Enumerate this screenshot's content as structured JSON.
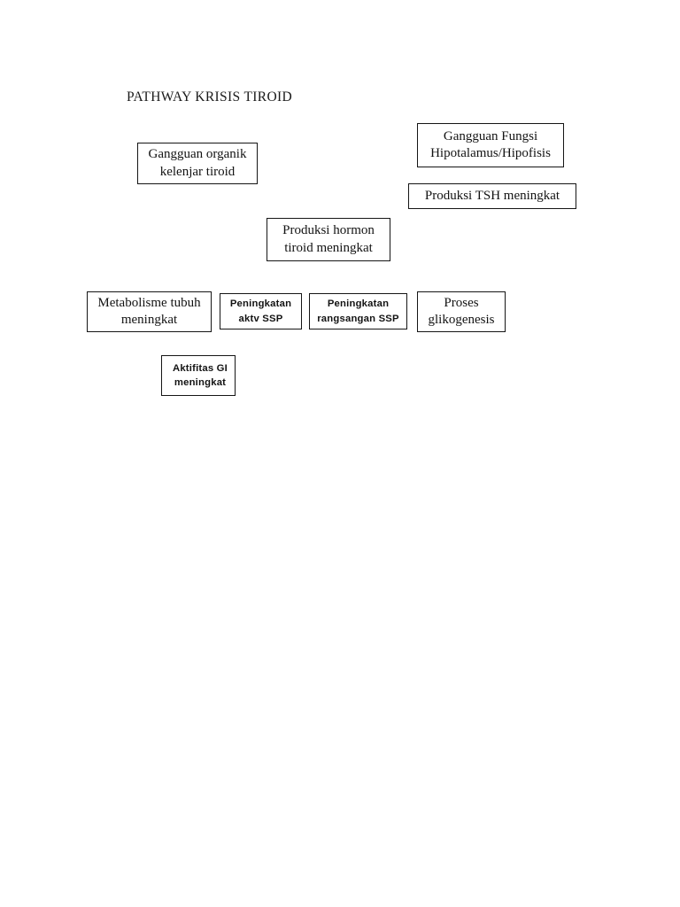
{
  "document": {
    "title": "PATHWAY KRISIS TIROID",
    "page_background": "#ffffff",
    "text_color": "#131313",
    "border_color": "#151515"
  },
  "diagram": {
    "type": "flowchart",
    "name": "pathway-krisis-tiroid",
    "nodes": [
      {
        "id": "gangguan-organik",
        "label": "Gangguan organik kelenjar tiroid",
        "lines": [
          "Gangguan organik",
          "kelenjar tiroid"
        ],
        "font_style": "serif"
      },
      {
        "id": "gangguan-fungsi",
        "label": "Gangguan Fungsi Hipotalamus/Hipofisis",
        "lines": [
          "Gangguan Fungsi",
          "Hipotalamus/Hipofisis"
        ],
        "font_style": "serif"
      },
      {
        "id": "produksi-tsh",
        "label": "Produksi TSH meningkat",
        "lines": [
          "Produksi TSH meningkat"
        ],
        "font_style": "serif"
      },
      {
        "id": "produksi-hormon",
        "label": "Produksi hormon tiroid meningkat",
        "lines": [
          "Produksi hormon",
          "tiroid meningkat"
        ],
        "font_style": "serif"
      },
      {
        "id": "metabolisme",
        "label": "Metabolisme tubuh meningkat",
        "lines": [
          "Metabolisme",
          "tubuh meningkat"
        ],
        "font_style": "serif"
      },
      {
        "id": "peningkatan-aktv",
        "label": "Peningkatan aktv SSP",
        "lines": [
          "Peningkatan",
          "aktv SSP"
        ],
        "font_style": "sans-bold"
      },
      {
        "id": "peningkatan-rangsangan",
        "label": "Peningkatan rangsangan SSP",
        "lines": [
          "Peningkatan",
          "rangsangan SSP"
        ],
        "font_style": "sans-bold"
      },
      {
        "id": "proses-glikogenesis",
        "label": "Proses glikogenesis",
        "lines": [
          "Proses",
          "glikogenesis"
        ],
        "font_style": "serif"
      },
      {
        "id": "aktifitas-gi",
        "label": "Aktifitas GI meningkat",
        "lines": [
          "Aktifitas GI",
          "meningkat"
        ],
        "font_style": "sans-bold"
      }
    ]
  }
}
